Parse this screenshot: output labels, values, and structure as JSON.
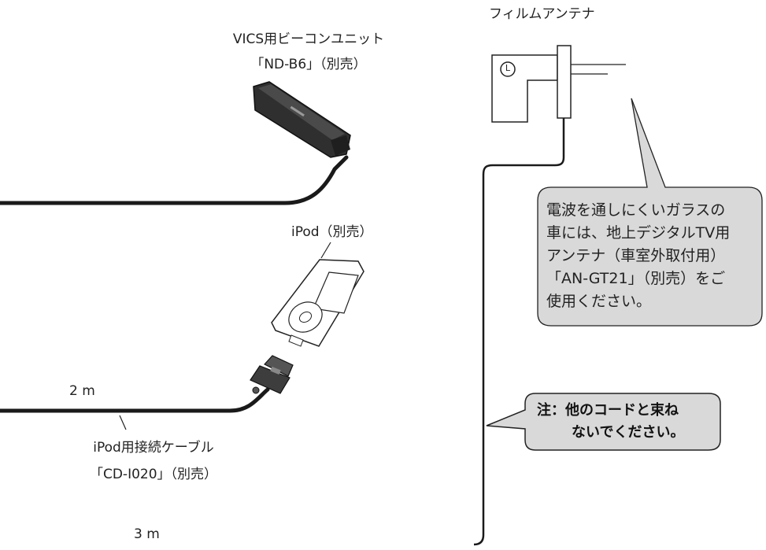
{
  "labels": {
    "film_antenna": "フィルムアンテナ",
    "vics_line1": "VICS用ビーコンユニット",
    "vics_line2": "「ND-B6」（別売）",
    "ipod": "iPod（別売）",
    "cable_length_2m": "2 m",
    "cable_name_line1": "iPod用接続ケーブル",
    "cable_name_line2": "「CD-I020」（別売）",
    "cable_length_3m": "3 m",
    "antenna_mark": "L"
  },
  "notes": {
    "glass_warning": {
      "lines": [
        "電波を通しにくいガラスの",
        "車には、地上デジタルTV用",
        "アンテナ（車室外取付用）",
        "「AN-GT21」（別売）をご",
        "使用ください。"
      ]
    },
    "bundle_warning": {
      "line1": "注：他のコードと束ね",
      "line2": "ないでください。"
    }
  },
  "colors": {
    "balloon_fill": "#d9d9d9",
    "outline": "#222222",
    "device_dark": "#3a3a3a"
  }
}
